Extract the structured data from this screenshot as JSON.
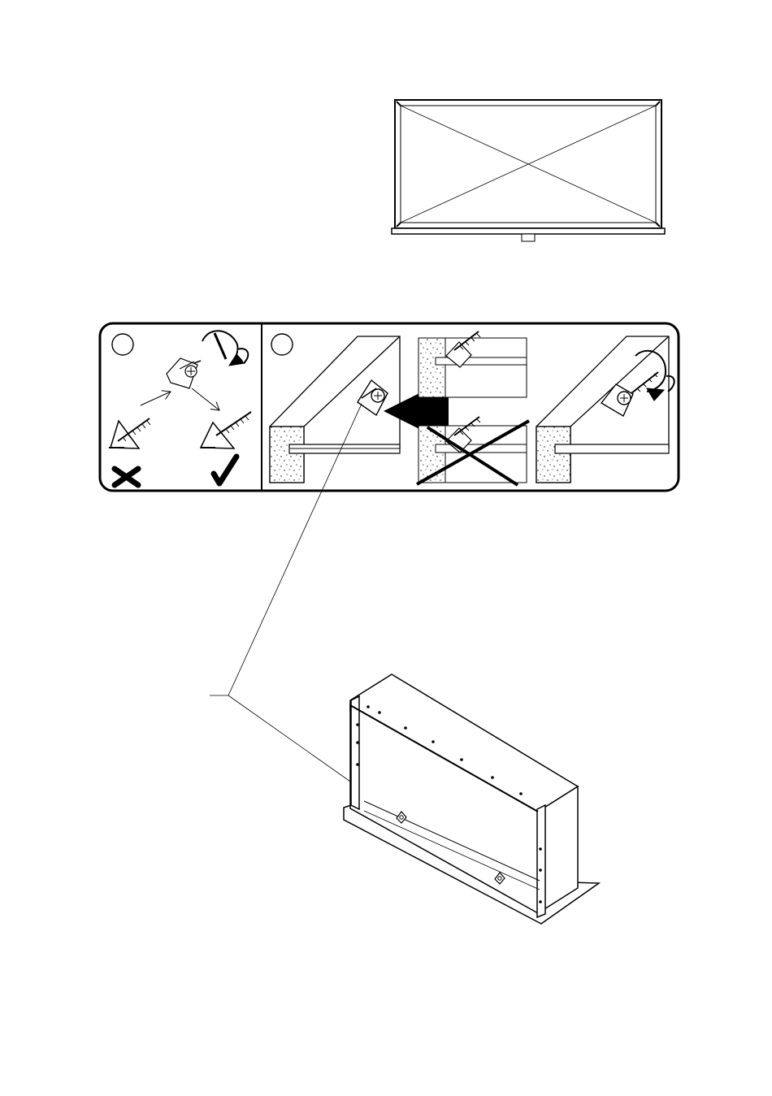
{
  "document": {
    "type": "furniture assembly instructions",
    "step_circles": [
      {
        "label": ""
      },
      {
        "label": ""
      }
    ],
    "panels": [
      "diagonal-check-frame",
      "connector-instruction-box",
      "cabinet-assembly-view"
    ],
    "icons": {
      "wrong": "cross-mark-icon",
      "correct": "check-mark-icon",
      "rotate": "rotate-arrow-icon",
      "push": "push-arrow-icon"
    },
    "colors": {
      "line": "#000000",
      "background": "#ffffff",
      "fill": "#ffffff"
    }
  }
}
